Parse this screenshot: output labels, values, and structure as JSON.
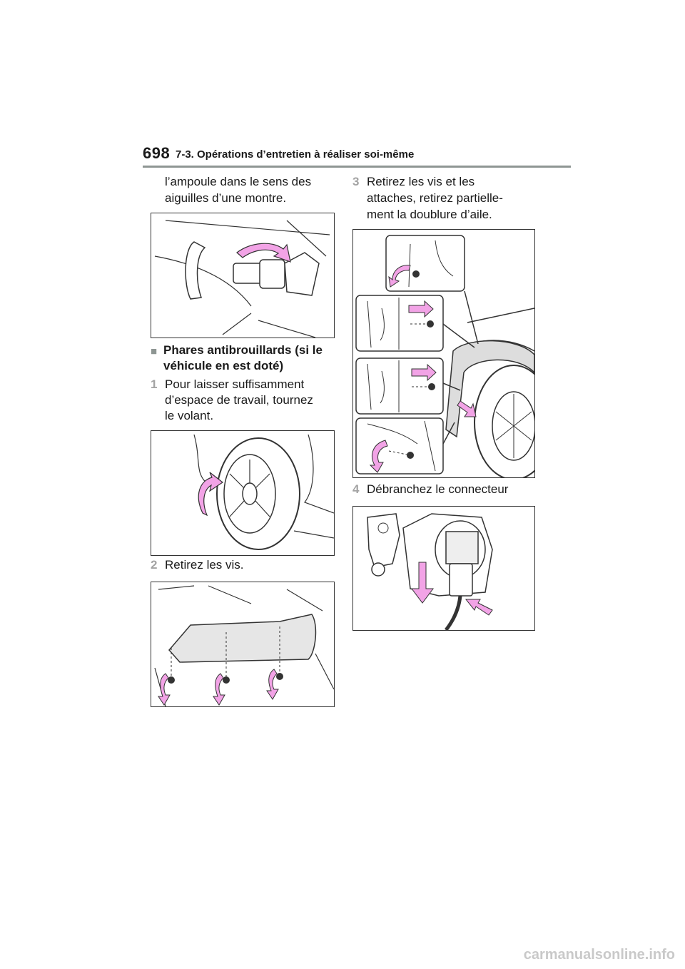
{
  "header": {
    "page_number": "698",
    "section_title": "7-3. Opérations d’entretien à réaliser soi-même"
  },
  "left_column": {
    "intro_line1": "l’ampoule dans le sens des",
    "intro_line2": "aiguilles d’une montre.",
    "heading_bullet": "■",
    "heading_line1": "Phares antibrouillards (si le",
    "heading_line2": "véhicule en est doté)",
    "step1_num": "1",
    "step1_line1": "Pour laisser suffisamment",
    "step1_line2": "d’espace de travail, tournez",
    "step1_line3": "le volant.",
    "step2_num": "2",
    "step2_line1": "Retirez les vis."
  },
  "right_column": {
    "step3_num": "3",
    "step3_line1": "Retirez les vis et les",
    "step3_line2": "attaches, retirez partielle-",
    "step3_line3": "ment la doublure d’aile.",
    "step4_num": "4",
    "step4_line1": "Débranchez le connecteur"
  },
  "colors": {
    "arrow_pink": "#f2a3e6",
    "header_rule": "#8e9693",
    "step_number": "#a3a3a3"
  },
  "icons": {
    "arrow": "curved-pink-arrow"
  },
  "footer": {
    "watermark": "carmanualsonline.info"
  }
}
